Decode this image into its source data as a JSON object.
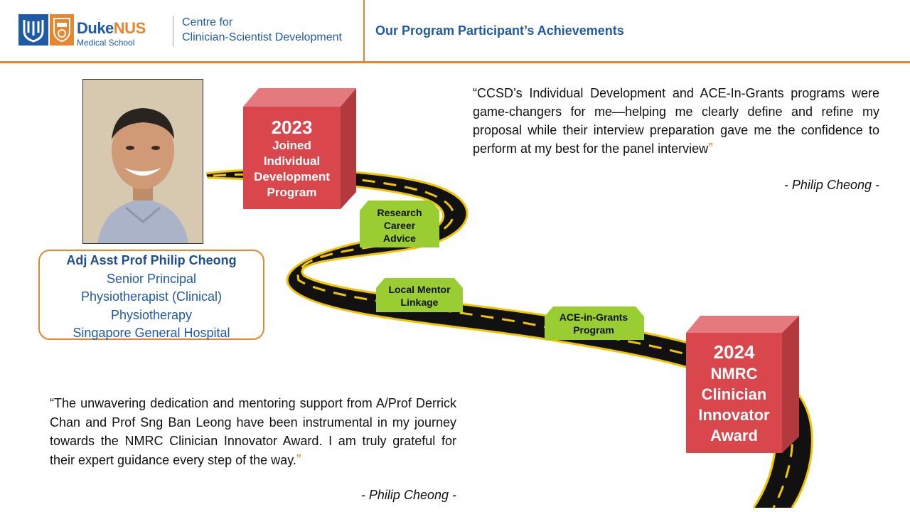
{
  "header": {
    "logo_duke": "Duke",
    "logo_nus": "NUS",
    "logo_sub": "Medical School",
    "centre_line1": "Centre for",
    "centre_line2": "Clinician-Scientist Development",
    "title": "Our Program Participant’s Achievements"
  },
  "profile": {
    "name": "Adj Asst Prof Philip Cheong",
    "role_line1": "Senior Principal",
    "role_line2": "Physiotherapist (Clinical)",
    "department": "Physiotherapy",
    "institution": "Singapore General Hospital"
  },
  "milestones": {
    "start": {
      "year": "2023",
      "line1": "Joined",
      "line2": "Individual",
      "line3": "Development",
      "line4": "Program"
    },
    "research": {
      "line1": "Research",
      "line2": "Career",
      "line3": "Advice"
    },
    "mentor": {
      "line1": "Local Mentor",
      "line2": "Linkage"
    },
    "ace": {
      "line1": "ACE-in-Grants",
      "line2": "Program"
    },
    "end": {
      "year": "2024",
      "line1": "NMRC",
      "line2": "Clinician",
      "line3": "Innovator",
      "line4": "Award"
    }
  },
  "quotes": {
    "top": {
      "open": "“",
      "text": "CCSD’s Individual Development and ACE-In-Grants programs were game-changers for me—helping me clearly define and refine my proposal while their interview preparation gave me the confidence to perform at my best for the panel interview",
      "close": "”",
      "attribution": "- Philip Cheong -"
    },
    "bottom": {
      "open": "“",
      "text": "The unwavering dedication and mentoring support from A/Prof Derrick Chan and Prof Sng Ban Leong have been instrumental in my journey towards the NMRC Clinician Innovator Award. I am truly grateful for their expert guidance every step of the way.",
      "close": "”",
      "attribution": "- Philip Cheong -"
    }
  },
  "colors": {
    "brand_blue": "#1f5aa6",
    "accent_orange": "#e8852f",
    "box_red": "#d9474c",
    "badge_green": "#9acd32",
    "road": "#111111",
    "road_lines": "#f2c400"
  },
  "icons": {
    "logo": "duke-nus-shield-icon",
    "crest": "nus-crest-icon"
  }
}
